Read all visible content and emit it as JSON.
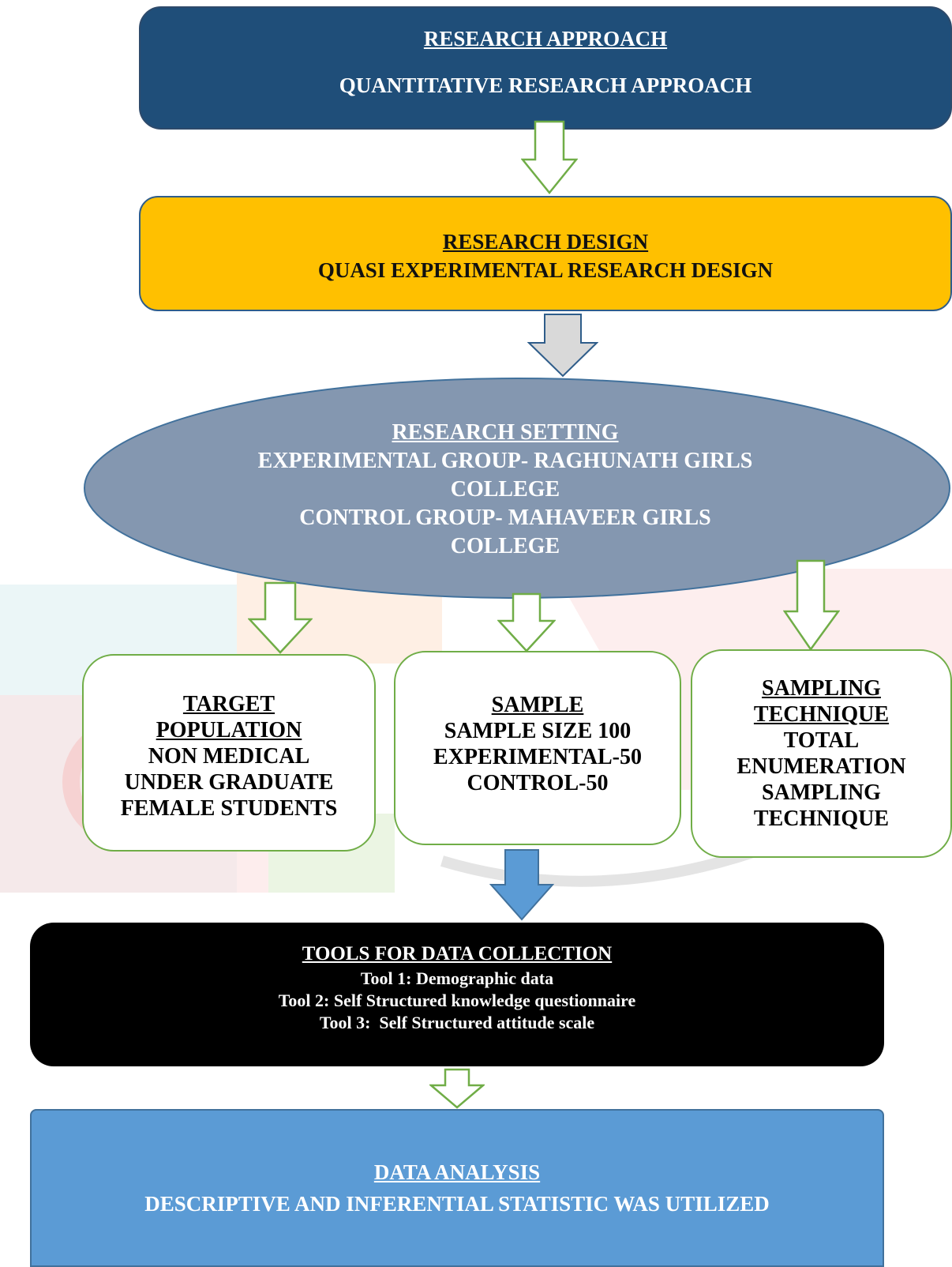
{
  "research_approach": {
    "heading": "RESEARCH APPROACH",
    "text": "QUANTITATIVE RESEARCH APPROACH"
  },
  "research_design": {
    "heading": "RESEARCH DESIGN",
    "text": "QUASI EXPERIMENTAL RESEARCH DESIGN"
  },
  "research_setting": {
    "heading": "RESEARCH SETTING",
    "line1": "EXPERIMENTAL GROUP- RAGHUNATH GIRLS",
    "line2": "COLLEGE",
    "line3": "CONTROL GROUP- MAHAVEER GIRLS",
    "line4": "COLLEGE"
  },
  "target_population": {
    "heading_line1": "TARGET",
    "heading_line2": "POPULATION",
    "lines": [
      "NON MEDICAL",
      "UNDER GRADUATE",
      "FEMALE STUDENTS"
    ]
  },
  "sample": {
    "heading": "SAMPLE",
    "lines": [
      "SAMPLE SIZE 100",
      "EXPERIMENTAL-50",
      "CONTROL-50"
    ]
  },
  "sampling_technique": {
    "heading_line1": "SAMPLING",
    "heading_line2": "TECHNIQUE",
    "lines": [
      "TOTAL",
      "ENUMERATION",
      "SAMPLING",
      "TECHNIQUE"
    ]
  },
  "tools": {
    "heading": "TOOLS FOR DATA COLLECTION",
    "items": [
      "Tool 1: Demographic data",
      "Tool 2: Self Structured knowledge questionnaire",
      "Tool 3:  Self Structured attitude scale"
    ]
  },
  "data_analysis": {
    "heading": "DATA ANALYSIS",
    "text": "DESCRIPTIVE AND INFERENTIAL STATISTIC WAS UTILIZED"
  },
  "colors": {
    "approach_fill": "#1f4e79",
    "design_fill": "#ffc000",
    "setting_fill": "#8497b0",
    "arrow_outline": "#70ad47",
    "tools_fill": "#000000",
    "analysis_fill": "#5b9bd5",
    "solid_arrow": "#5b9bd5",
    "gray_arrow": "#d9d9d9"
  }
}
